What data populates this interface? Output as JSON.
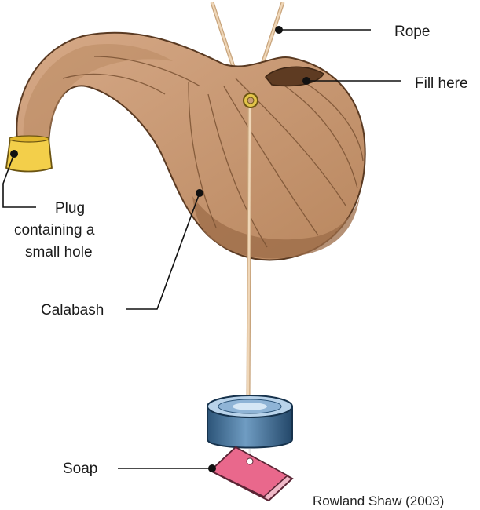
{
  "labels": {
    "rope": "Rope",
    "fill_here": "Fill here",
    "plug_line1": "Plug",
    "plug_line2": "containing a",
    "plug_line3": "small hole",
    "calabash": "Calabash",
    "soap": "Soap"
  },
  "credit": "Rowland Shaw (2003)",
  "colors": {
    "calabash": "#c99a74",
    "calabash_dark": "#a0714c",
    "plug": "#f3cf4a",
    "rope": "#e7c9a5",
    "can": "#3e6f98",
    "soap": "#e9688c",
    "eyelet": "#d8b93b"
  }
}
